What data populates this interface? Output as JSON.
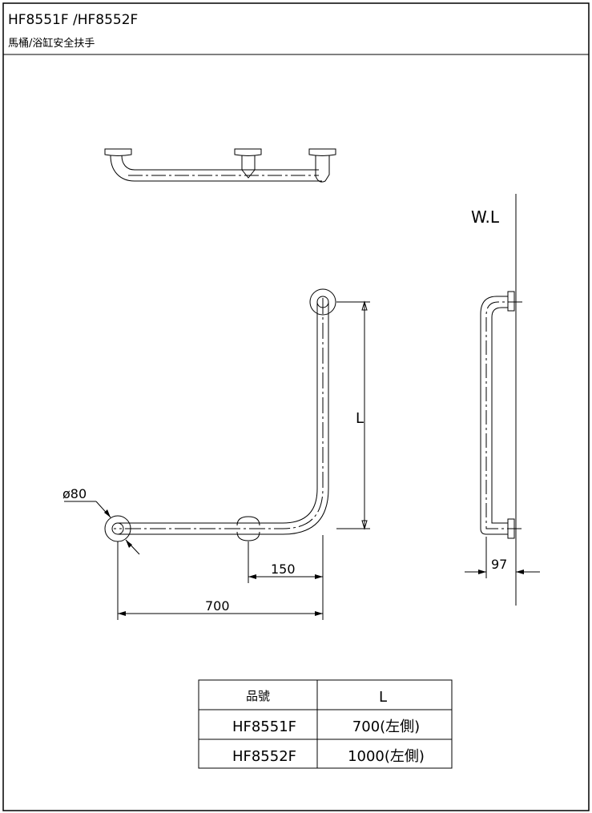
{
  "header": {
    "model": "HF8551F /HF8552F",
    "subtitle": "馬桶/浴缸安全扶手"
  },
  "labels": {
    "wall_line": "W.L",
    "length": "L",
    "diameter": "ø80",
    "dim_150": "150",
    "dim_700": "700",
    "dim_97": "97"
  },
  "spec_table": {
    "headers": [
      "品號",
      "L"
    ],
    "rows": [
      [
        "HF8551F",
        "700(左側)"
      ],
      [
        "HF8552F",
        "1000(左側)"
      ]
    ]
  }
}
